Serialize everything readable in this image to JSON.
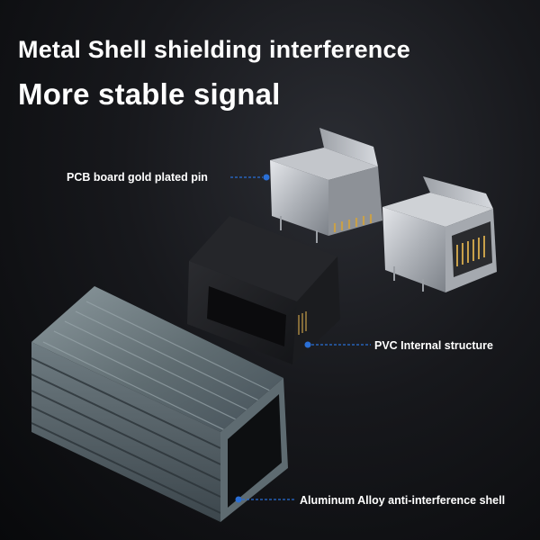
{
  "headline": {
    "line1": "Metal Shell shielding interference",
    "line2": "More stable signal"
  },
  "callouts": {
    "pcb": "PCB board gold plated pin",
    "pvc": "PVC Internal structure",
    "aluminum": "Aluminum Alloy anti-interference shell"
  },
  "colors": {
    "background": "#0b0c0f",
    "text": "#ffffff",
    "callout_dot": "#2a6fd6",
    "shell": "#6c7a80",
    "pvc_block": "#1e1f22",
    "jack_metal": "#b9bcc2",
    "gold_pins": "#c8a04a"
  }
}
